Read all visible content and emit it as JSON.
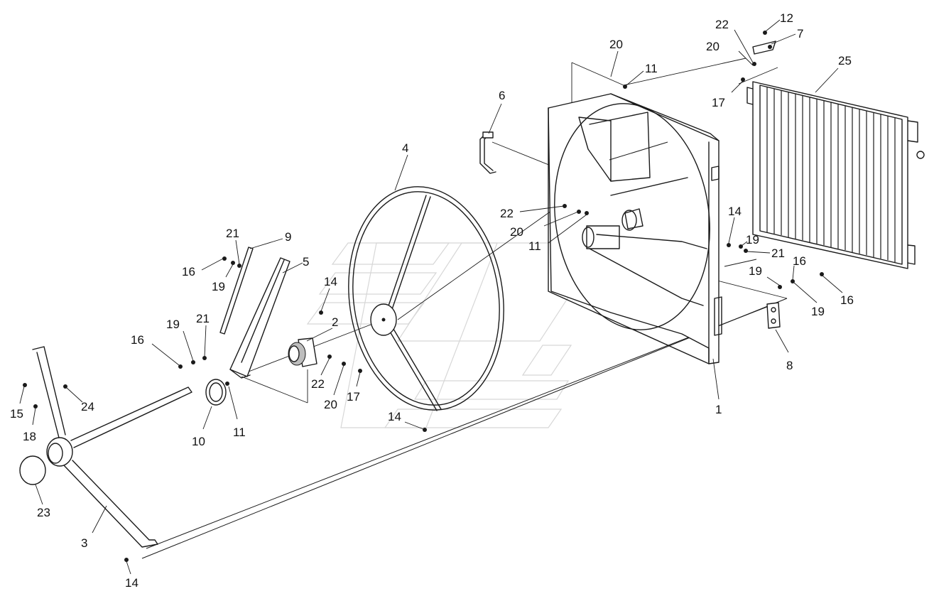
{
  "callouts": [
    {
      "label": "1"
    },
    {
      "label": "2"
    },
    {
      "label": "3"
    },
    {
      "label": "4"
    },
    {
      "label": "5"
    },
    {
      "label": "6"
    },
    {
      "label": "7"
    },
    {
      "label": "8"
    },
    {
      "label": "9"
    },
    {
      "label": "10"
    },
    {
      "label": "11"
    },
    {
      "label": "11"
    },
    {
      "label": "11"
    },
    {
      "label": "12"
    },
    {
      "label": "14"
    },
    {
      "label": "14"
    },
    {
      "label": "14"
    },
    {
      "label": "14"
    },
    {
      "label": "15"
    },
    {
      "label": "16"
    },
    {
      "label": "16"
    },
    {
      "label": "16"
    },
    {
      "label": "16"
    },
    {
      "label": "17"
    },
    {
      "label": "17"
    },
    {
      "label": "18"
    },
    {
      "label": "19"
    },
    {
      "label": "19"
    },
    {
      "label": "19"
    },
    {
      "label": "19"
    },
    {
      "label": "19"
    },
    {
      "label": "20"
    },
    {
      "label": "20"
    },
    {
      "label": "20"
    },
    {
      "label": "20"
    },
    {
      "label": "21"
    },
    {
      "label": "21"
    },
    {
      "label": "21"
    },
    {
      "label": "22"
    },
    {
      "label": "22"
    },
    {
      "label": "22"
    },
    {
      "label": "23"
    },
    {
      "label": "24"
    },
    {
      "label": "25"
    }
  ]
}
